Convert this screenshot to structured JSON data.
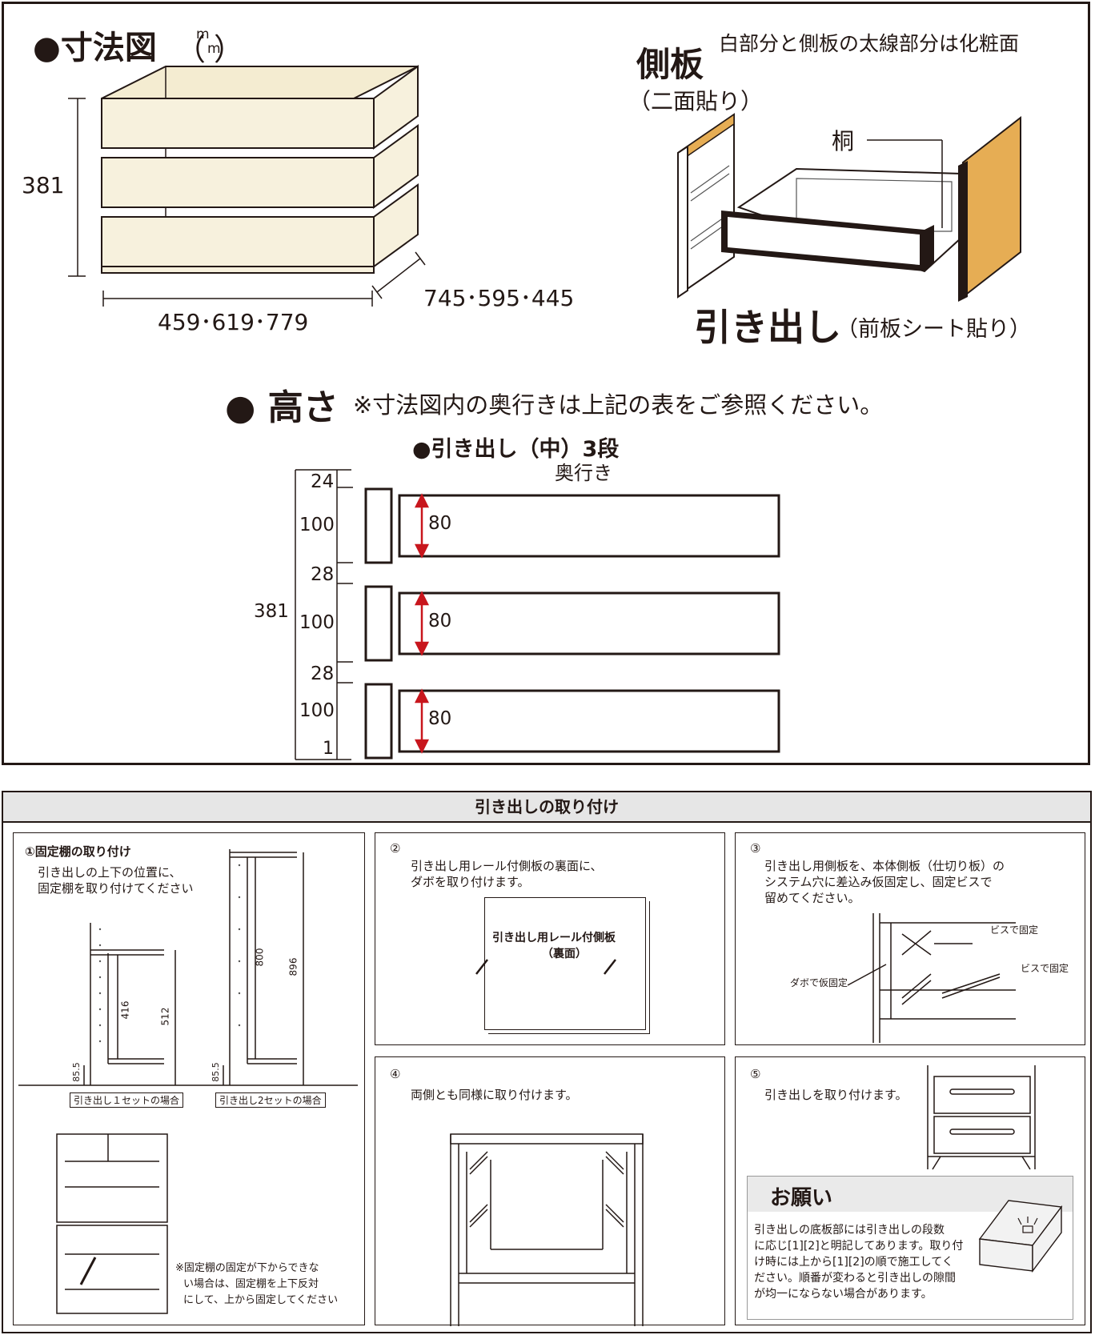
{
  "top": {
    "dim_title": "●寸法図",
    "unit_sup": "m",
    "unit_sub": "m",
    "height_label": "381",
    "width_label": "459･619･779",
    "depth_label": "745･595･445",
    "side_title": "側板",
    "side_sub": "（二面貼り）",
    "note_finish": "白部分と側板の太線部分は化粧面",
    "kiri_label": "桐",
    "drawer_title": "引き出し",
    "drawer_sub": "（前板シート貼り）",
    "height_heading": "● 高さ",
    "height_note": "※寸法図内の奥行きは上記の表をご参照ください。",
    "section_title": "●引き出し（中）3段",
    "depth_word": "奥行き",
    "total": "381",
    "segments": [
      "24",
      "100",
      "28",
      "100",
      "28",
      "100",
      "1"
    ],
    "inner": [
      "80",
      "80",
      "80"
    ]
  },
  "bottom": {
    "header": "引き出しの取り付け",
    "s1": {
      "title": "①固定棚の取り付け",
      "desc1": "引き出しの上下の位置に、",
      "desc2": "固定棚を取り付けてください",
      "d416": "416",
      "d512": "512",
      "d855a": "85.5",
      "d800": "800",
      "d896": "896",
      "d855b": "85.5",
      "cap1": "引き出し１セットの場合",
      "cap2": "引き出し2セットの場合",
      "note1": "※固定棚の固定が下からできな",
      "note2": "い場合は、固定棚を上下反対",
      "note3": "にして、上から固定してください"
    },
    "s2": {
      "num": "②",
      "desc1": "引き出し用レール付側板の裏面に、",
      "desc2": "ダボを取り付けます。",
      "board1": "引き出し用レール付側板",
      "board2": "（裏面）"
    },
    "s3": {
      "num": "③",
      "desc1": "引き出し用側板を、本体側板（仕切り板）の",
      "desc2": "システム穴に差込み仮固定し、固定ビスで",
      "desc3": "留めてください。",
      "screw1": "ビスで固定",
      "screw2": "ビスで固定",
      "dowel": "ダボで仮固定"
    },
    "s4": {
      "num": "④",
      "desc": "両側とも同様に取り付けます。"
    },
    "s5": {
      "num": "⑤",
      "desc": "引き出しを取り付けます。",
      "request_title": "お願い",
      "r1": "引き出しの底板部には引き出しの段数",
      "r2": "に応じ[1][2]と明記してあります。取り付",
      "r3": "け時には上から[1][2]の順で施工してく",
      "r4": "ださい。順番が変わると引き出しの隙間",
      "r5": "が均一にならない場合があります。"
    }
  },
  "colors": {
    "ink": "#231815",
    "cream": "#f7f1dd",
    "wood": "#e6ad54",
    "red": "#c8161d"
  }
}
